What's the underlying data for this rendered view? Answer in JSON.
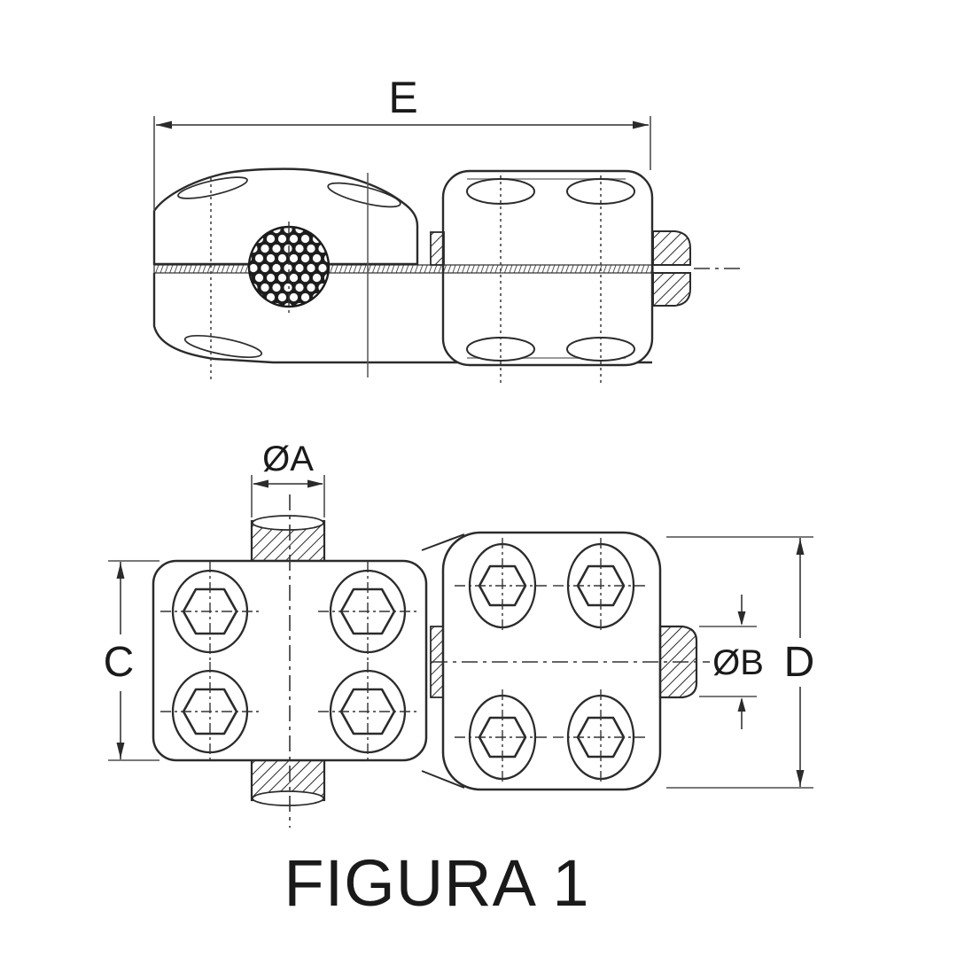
{
  "figure": {
    "caption": "FIGURA 1",
    "dimension_labels": {
      "e": "E",
      "oa": "ØA",
      "c": "C",
      "ob": "ØB",
      "d": "D"
    },
    "colors": {
      "background": "#ffffff",
      "line": "#2b2b2b",
      "dimension": "#4d4d4d",
      "text": "#1a1a1a"
    }
  }
}
